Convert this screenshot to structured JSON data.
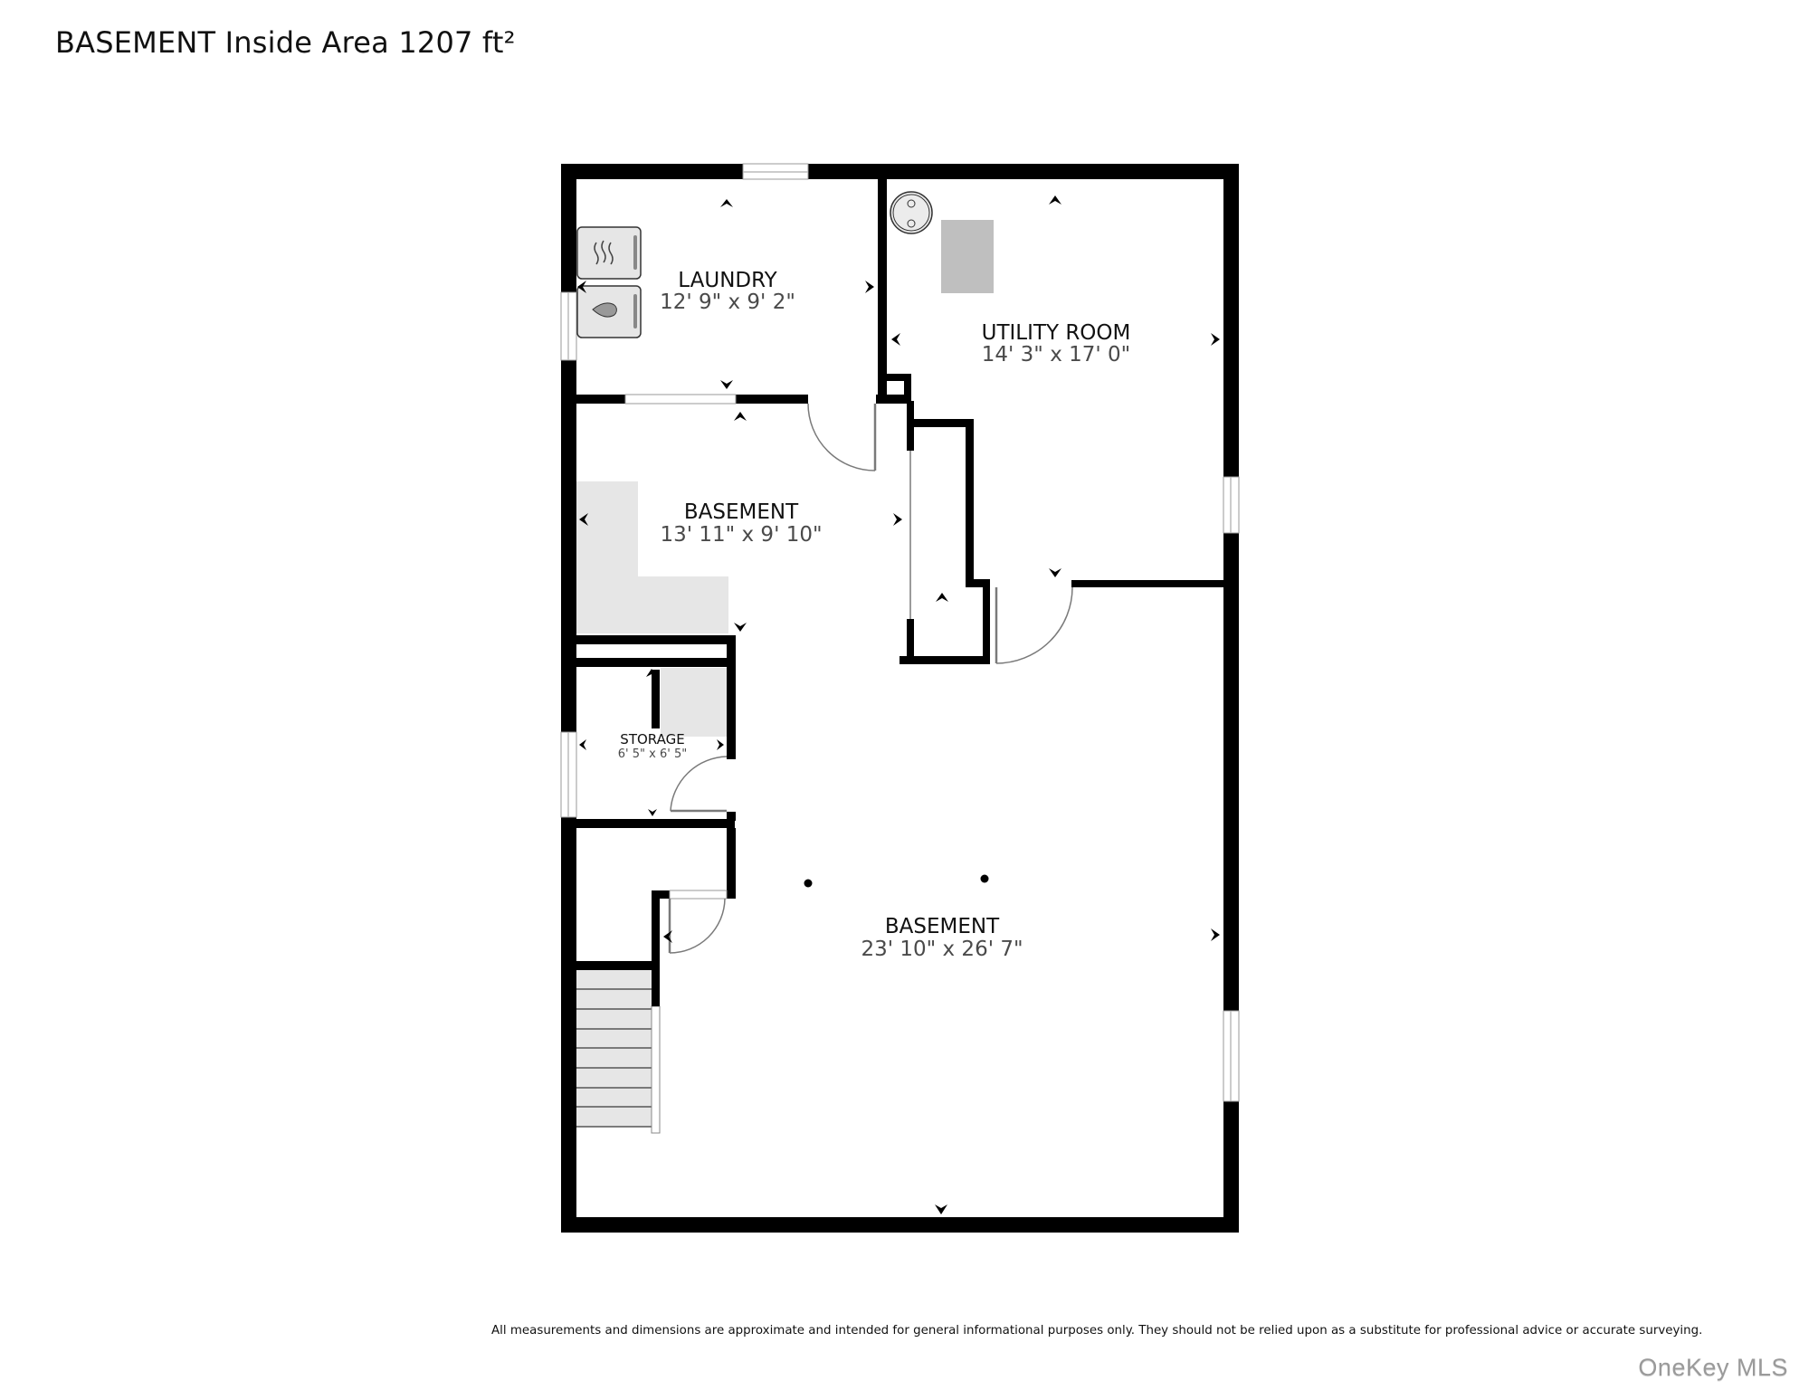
{
  "header": {
    "title": "BASEMENT Inside Area 1207 ft²"
  },
  "floorplan": {
    "level": "BASEMENT",
    "inside_area": "1207 ft²",
    "rooms": [
      {
        "id": "laundry",
        "name": "LAUNDRY",
        "dimensions": "12' 9\" x 9' 2\""
      },
      {
        "id": "utility",
        "name": "UTILITY ROOM",
        "dimensions": "14' 3\" x 17' 0\""
      },
      {
        "id": "basement-small",
        "name": "BASEMENT",
        "dimensions": "13' 11\" x 9' 10\""
      },
      {
        "id": "storage",
        "name": "STORAGE",
        "dimensions": "6' 5\" x 6' 5\""
      },
      {
        "id": "basement-main",
        "name": "BASEMENT",
        "dimensions": "23' 10\" x 26' 7\""
      }
    ],
    "fixtures": [
      "dryer-icon",
      "washer-icon",
      "water-heater-icon",
      "furnace-icon",
      "stairs",
      "support-columns"
    ],
    "colors": {
      "wall": "#000000",
      "fixture_fill": "#e6e6e6",
      "furnace_fill": "#bfbfbf",
      "door_line": "#7a7a7a"
    }
  },
  "footer": {
    "disclaimer": "All measurements and dimensions are approximate and intended for general informational purposes only. They should not be relied upon as a substitute for professional advice or accurate surveying.",
    "watermark": "OneKey MLS"
  }
}
